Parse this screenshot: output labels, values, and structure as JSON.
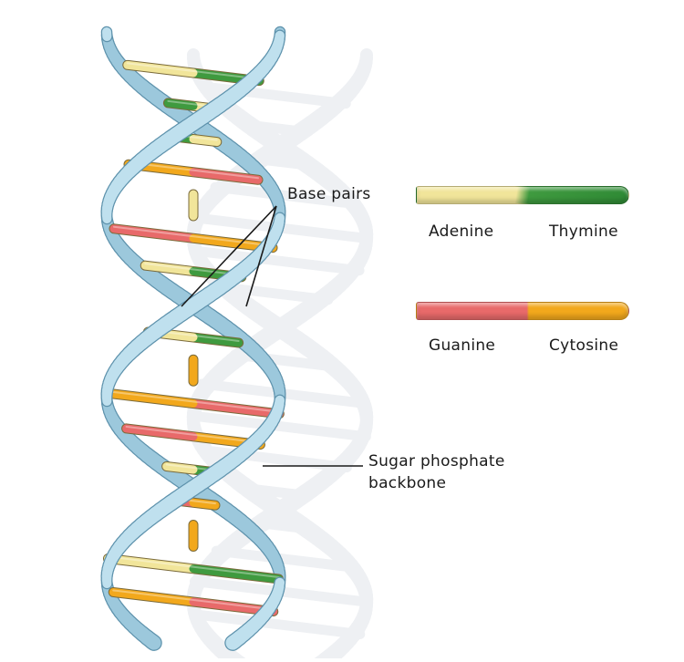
{
  "labels": {
    "base_pairs": "Base pairs",
    "backbone_line1": "Sugar phosphate",
    "backbone_line2": "backbone"
  },
  "legend": {
    "at_pair": {
      "left": "Adenine",
      "right": "Thymine"
    },
    "gc_pair": {
      "left": "Guanine",
      "right": "Cytosine"
    }
  },
  "colors": {
    "adenine": "#f1e59a",
    "thymine": "#3f9a3f",
    "guanine": "#e86a6a",
    "cytosine": "#f2a81c",
    "backbone": "#a9d2e6",
    "backbone_edge": "#5f93ad",
    "shadow": "#eef0f3",
    "leader_line": "#1a1a1a"
  },
  "rungs": [
    "TA",
    "AT",
    "TA",
    "CG",
    "A",
    "GC",
    "AT",
    "CG",
    "TA",
    "C",
    "GC",
    "CG",
    "TA",
    "GC",
    "C",
    "AT",
    "CG"
  ]
}
